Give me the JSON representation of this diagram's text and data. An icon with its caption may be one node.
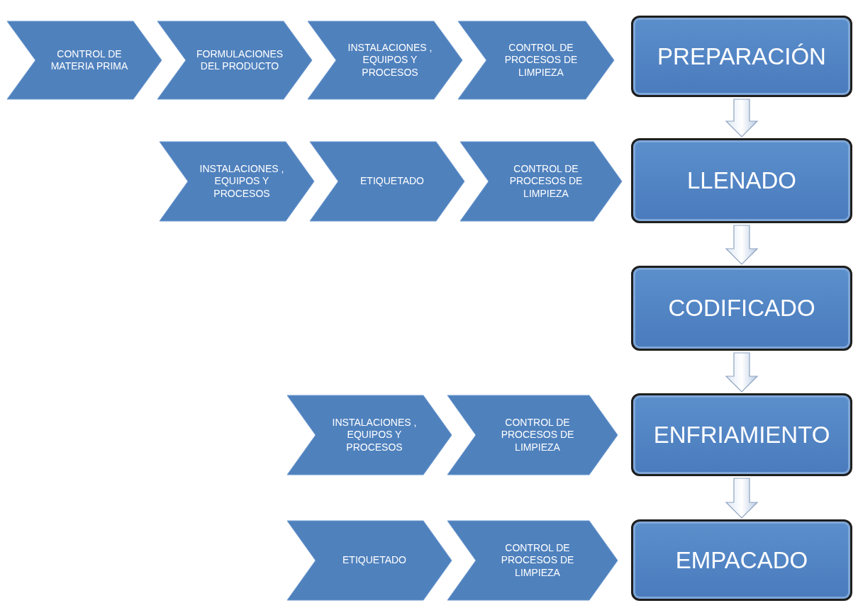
{
  "diagram": {
    "nodes": [
      {
        "text": [
          "CONTROL DE MATERIA PRIMA"
        ]
      },
      {
        "text": [
          "FORMULACIONES DEL PRODUCTO"
        ]
      },
      {
        "text": [
          "INSTALACIONES , EQUIPOS Y PROCESOS"
        ]
      },
      {
        "text": [
          "CONTROL DE PROCESOS DE LIMPIEZA"
        ]
      },
      {
        "text": [
          "PREPARACIÓN"
        ]
      },
      {
        "text": [
          "INSTALACIONES , EQUIPOS Y PROCESOS"
        ]
      },
      {
        "text": [
          "ETIQUETADO"
        ]
      },
      {
        "text": [
          "CONTROL DE PROCESOS DE LIMPIEZA"
        ]
      },
      {
        "text": [
          "LLENADO"
        ]
      },
      {
        "text": [
          "CODIFICADO"
        ]
      },
      {
        "text": [
          "INSTALACIONES , EQUIPOS Y PROCESOS"
        ]
      },
      {
        "text": [
          "CONTROL DE PROCESOS DE LIMPIEZA"
        ]
      },
      {
        "text": [
          "ENFRIAMIENTO"
        ]
      },
      {
        "text": [
          "ETIQUETADO"
        ]
      },
      {
        "text": [
          "CONTROL DE PROCESOS DE LIMPIEZA"
        ]
      },
      {
        "text": [
          "EMPACADO"
        ]
      }
    ],
    "edges": [
      {
        "from": 4,
        "to": 8,
        "arrow": "to"
      },
      {
        "from": 8,
        "to": 9,
        "arrow": "to"
      },
      {
        "from": 9,
        "to": 12,
        "arrow": "to"
      },
      {
        "from": 12,
        "to": 15,
        "arrow": "to"
      }
    ]
  }
}
